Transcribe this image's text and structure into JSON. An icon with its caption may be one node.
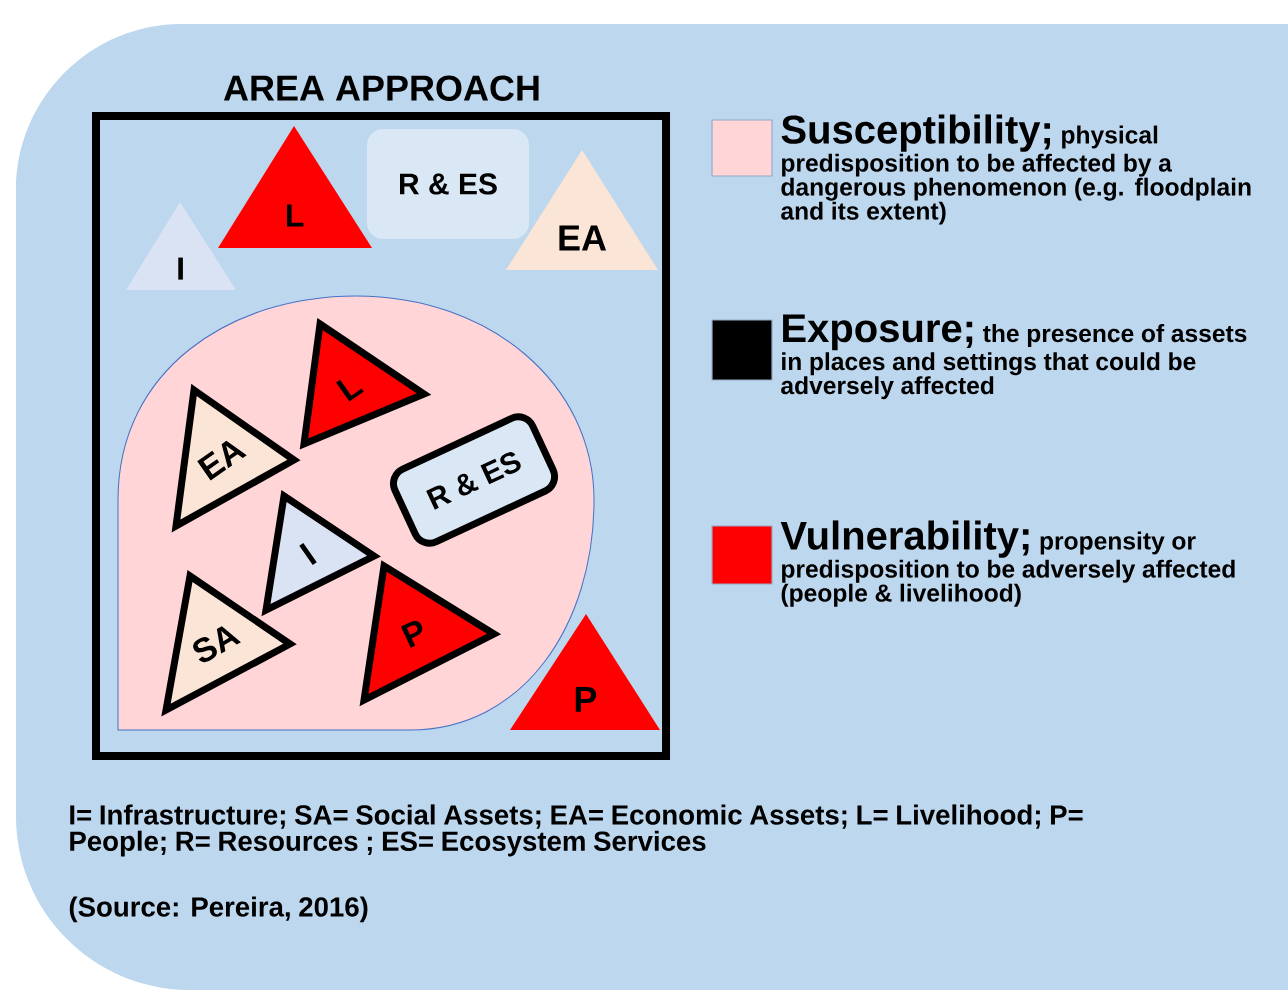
{
  "diagram": {
    "nodes": [
      {
        "text": [
          "AREA APPROACH"
        ]
      },
      {
        "text": [
          "I"
        ],
        "in": 0
      },
      {
        "text": [
          "L"
        ],
        "in": 0
      },
      {
        "text": [
          "R & ES"
        ],
        "in": 0
      },
      {
        "text": [
          "EA"
        ],
        "in": 0
      },
      {
        "text": [],
        "shape": "drop",
        "in": 0
      },
      {
        "text": [
          "EA"
        ],
        "in": 5
      },
      {
        "text": [
          "L"
        ],
        "in": 5
      },
      {
        "text": [
          "R & ES"
        ],
        "in": 5
      },
      {
        "text": [
          "I"
        ],
        "in": 5
      },
      {
        "text": [
          "SA"
        ],
        "in": 5
      },
      {
        "text": [
          "P"
        ],
        "in": 5
      },
      {
        "text": [
          "P"
        ],
        "in": 0
      }
    ],
    "labels": [
      "I= Infrastructure; SA= Social Assets; EA= Economic Assets; L= Livelihood; P= People; R= Resources ; ES= Ecosystem Services",
      "(Source: Pereira, 2016)"
    ],
    "legend": [
      {
        "text": "**Susceptibility;** physical predisposition to be affected by a dangerous phenomenon (e.g. floodplain and its extent)",
        "color": "#ffd5d8"
      },
      {
        "text": "**Exposure;** the presence of assets in places and settings that could be adversely affected",
        "color": "#000000"
      },
      {
        "text": "**Vulnerability;** propensity or predisposition to be adversely affected (people & livelihood)",
        "color": "#ff0000"
      }
    ]
  }
}
